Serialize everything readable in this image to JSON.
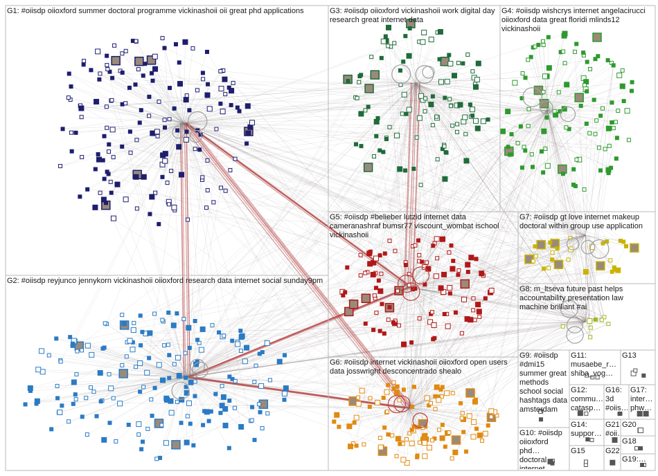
{
  "groups": [
    {
      "id": "G1",
      "label": "G1: #oiisdp oiioxford summer doctoral programme vickinashoii oii great phd applications",
      "color": "#1e1e6e"
    },
    {
      "id": "G2",
      "label": "G2: #oiisdp reyjunco jennykorn vickinashoii oiioxford research data internet social sunday9pm",
      "color": "#2b7bc4"
    },
    {
      "id": "G3",
      "label": "G3: #oiisdp oiioxford vickinashoii work digital day research great internet data",
      "color": "#1f6b3a"
    },
    {
      "id": "G4",
      "label": "G4: #oiisdp wishcrys internet angelacirucci oiioxford data great floridi mlinds12 vickinashoii",
      "color": "#2e9a2e"
    },
    {
      "id": "G5",
      "label": "G5: #oiisdp #belieber lutzid internet data cameranashraf bumsr77 viscount_wombat ischool vickinashoii",
      "color": "#b01818"
    },
    {
      "id": "G6",
      "label": "G6: #oiisdp internet vickinashoii oiioxford open users data josswright desconcentrado shealo",
      "color": "#e08a10"
    },
    {
      "id": "G7",
      "label": "G7: #oiisdp gt love internet makeup doctoral within group use application",
      "color": "#c8b400"
    },
    {
      "id": "G8",
      "label": "G8: m_ltseva future past helps accountability presentation law machine brilliant #ai",
      "color": "#a0b820"
    },
    {
      "id": "G9",
      "label": "G9: #oiisdp #dmi15 summer great methods school social hashtags data amsterdam",
      "color": "#555555"
    },
    {
      "id": "G10",
      "label": "G10: #oiisdp oiioxford phd… doctoral internet…",
      "color": "#555555"
    },
    {
      "id": "G11",
      "label": "G11: musaebe_r… shiba_vog…",
      "color": "#555555"
    },
    {
      "id": "G12",
      "label": "G12: commu… catasp…",
      "color": "#555555"
    },
    {
      "id": "G13",
      "label": "G13",
      "color": "#555555"
    },
    {
      "id": "G14",
      "label": "G14: suppor…",
      "color": "#555555"
    },
    {
      "id": "G15",
      "label": "G15",
      "color": "#555555"
    },
    {
      "id": "G16",
      "label": "G16: 3d #oiis…",
      "color": "#555555"
    },
    {
      "id": "G17",
      "label": "G17: inter… phw…",
      "color": "#555555"
    },
    {
      "id": "G18",
      "label": "G18",
      "color": "#555555"
    },
    {
      "id": "G19",
      "label": "G19:…",
      "color": "#555555"
    },
    {
      "id": "G20",
      "label": "G20",
      "color": "#555555"
    },
    {
      "id": "G21",
      "label": "G21: #oii…",
      "color": "#555555"
    },
    {
      "id": "G22",
      "label": "G22",
      "color": "#555555"
    }
  ]
}
